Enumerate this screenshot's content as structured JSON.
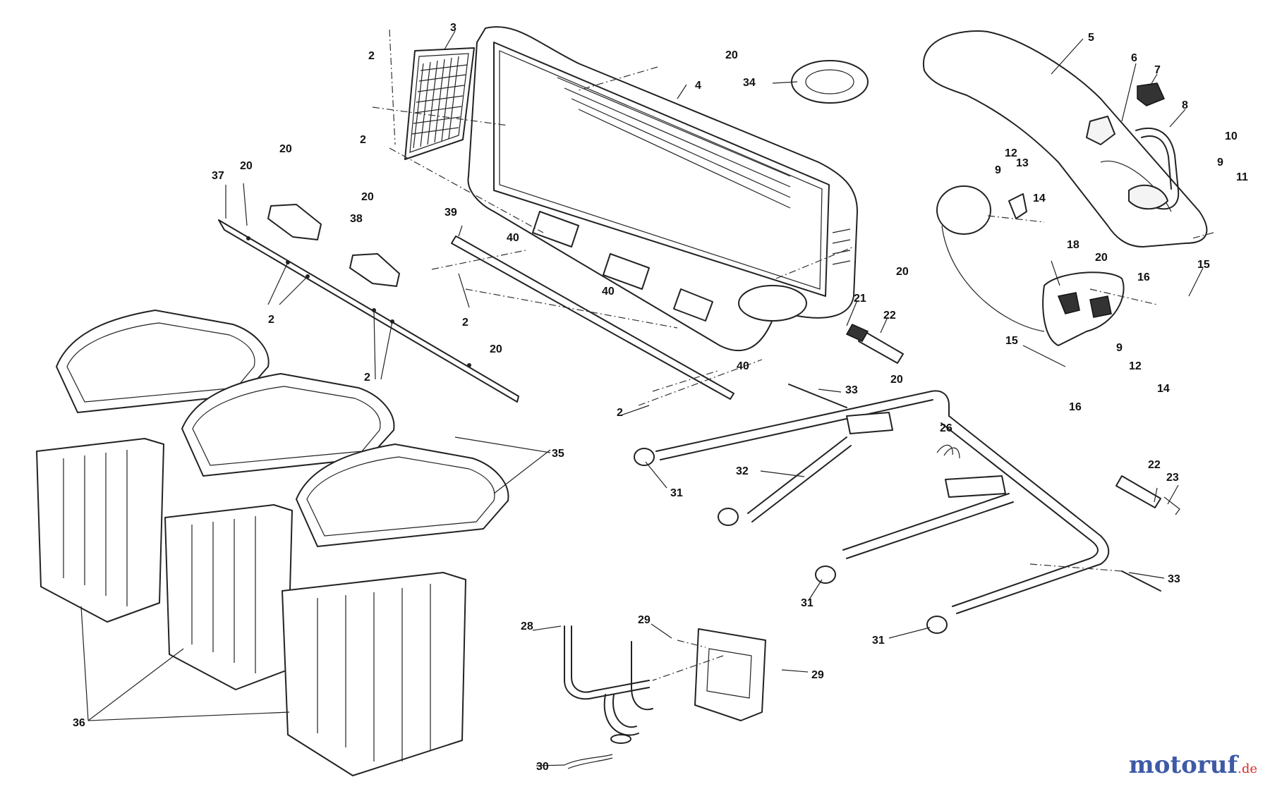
{
  "brand": {
    "name": "motoruf",
    "tld": ".de"
  },
  "callouts": {
    "c2": "2",
    "c3": "3",
    "c4": "4",
    "c5": "5",
    "c6": "6",
    "c7": "7",
    "c8": "8",
    "c9": "9",
    "c10": "10",
    "c11": "11",
    "c12": "12",
    "c13": "13",
    "c14": "14",
    "c15": "15",
    "c16": "16",
    "c18": "18",
    "c20": "20",
    "c21": "21",
    "c22": "22",
    "c23": "23",
    "c26": "26",
    "c28": "28",
    "c29": "29",
    "c30": "30",
    "c31": "31",
    "c32": "32",
    "c33": "33",
    "c34": "34",
    "c35": "35",
    "c36": "36",
    "c37": "37",
    "c38": "38",
    "c39": "39",
    "c40": "40"
  },
  "colors": {
    "line": "#222222",
    "brand_blue": "#3d5aa6",
    "brand_red": "#d92b2b"
  }
}
